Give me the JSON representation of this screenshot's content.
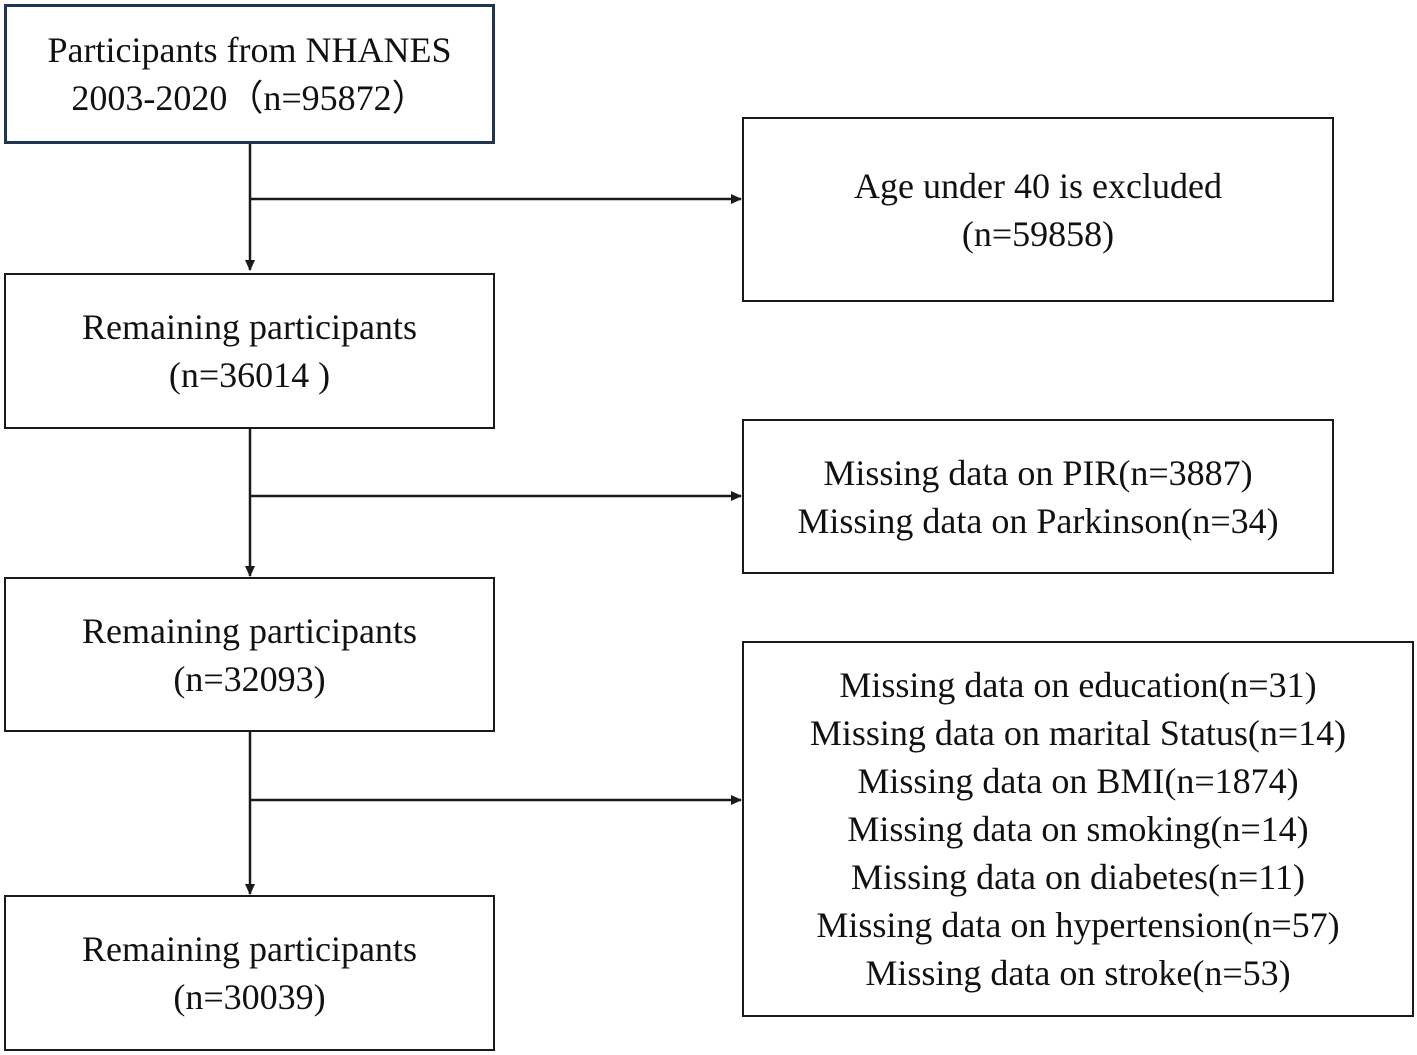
{
  "boxes": {
    "start": {
      "lines": [
        "Participants from NHANES",
        "2003-2020（n=95872）"
      ]
    },
    "exclude_age": {
      "lines": [
        "Age under 40 is excluded",
        "(n=59858)"
      ]
    },
    "remaining_1": {
      "lines": [
        "Remaining participants",
        "(n=36014 )"
      ]
    },
    "exclude_pir_parkinson": {
      "lines": [
        "Missing data on PIR(n=3887)",
        "Missing data on Parkinson(n=34)"
      ]
    },
    "remaining_2": {
      "lines": [
        "Remaining participants",
        "(n=32093)"
      ]
    },
    "exclude_covariates": {
      "lines": [
        "Missing data on education(n=31)",
        "Missing data on marital Status(n=14)",
        "Missing data on BMI(n=1874)",
        "Missing data on smoking(n=14)",
        "Missing data on diabetes(n=11)",
        "Missing data on hypertension(n=57)",
        "Missing data on stroke(n=53)"
      ]
    },
    "remaining_3": {
      "lines": [
        "Remaining participants",
        "(n=30039)"
      ]
    }
  }
}
